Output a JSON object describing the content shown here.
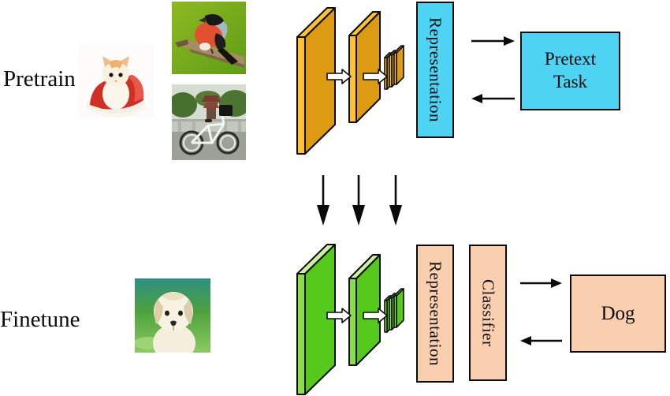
{
  "colors": {
    "ink": "#0b0b0b",
    "cyan": "#4ed3f3",
    "peach": "#f9cfb0",
    "orange_face": "#dd9a13",
    "orange_edge": "#ffc233",
    "green_face": "#55c91c",
    "green_edge": "#8ade4b",
    "green_top": "#cbf0a4"
  },
  "pretrain": {
    "label": "Pretrain",
    "representation_label": "Representation",
    "pretext_task": {
      "line1": "Pretext",
      "line2": "Task"
    },
    "images": [
      {
        "name": "cat-photo"
      },
      {
        "name": "bird-photo"
      },
      {
        "name": "bicycle-photo"
      }
    ]
  },
  "finetune": {
    "label": "Finetune",
    "representation_label": "Representation",
    "classifier_label": "Classifier",
    "output_label": "Dog",
    "images": [
      {
        "name": "puppy-photo"
      }
    ]
  }
}
